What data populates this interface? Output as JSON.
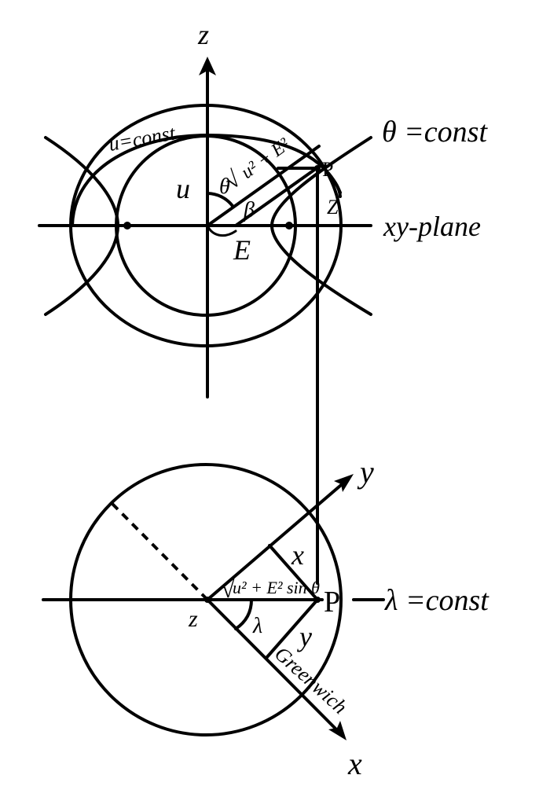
{
  "top_view": {
    "axis_z": "z",
    "label_u_const": "u=const",
    "label_theta_const": "θ =const",
    "label_u": "u",
    "label_theta": "θ",
    "label_sqrt": "√",
    "label_radicand": "u² + E²",
    "label_beta": "β",
    "label_E": "E",
    "label_P": "P",
    "label_Z": "Z",
    "label_xy_plane": "xy-plane"
  },
  "bottom_view": {
    "axis_y": "y",
    "axis_x": "x",
    "label_x_proj": "x",
    "label_y_proj": "y",
    "label_sqrt": "√",
    "label_radicand": "u² + E² sin θ",
    "label_P": "P",
    "label_lambda_const": "λ =const",
    "label_z": "z",
    "label_lambda": "λ",
    "label_greenwich": "Greenwich"
  },
  "colors": {
    "stroke": "#000000",
    "background": "#ffffff"
  }
}
